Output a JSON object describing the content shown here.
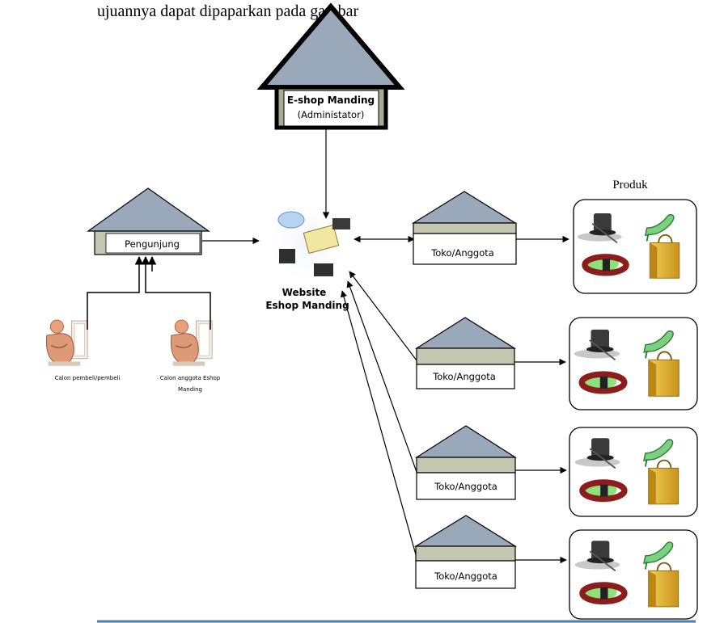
{
  "header_text": "ujuannya dapat dipaparkan pada gambar",
  "admin": {
    "title": "E-shop Manding",
    "subtitle": "(Administator)"
  },
  "visitor": {
    "label": "Pengunjung"
  },
  "users": [
    {
      "label_line1": "Calon pembeli/pembeli",
      "label_line2": ""
    },
    {
      "label_line1": "Calon anggota Eshop",
      "label_line2": "Manding"
    }
  ],
  "website": {
    "line1": "Website",
    "line2": "Eshop Manding"
  },
  "produk_label": "Produk",
  "stores": [
    {
      "label": "Toko/Anggota"
    },
    {
      "label": "Toko/Anggota"
    },
    {
      "label": "Toko/Anggota"
    },
    {
      "label": "Toko/Anggota"
    }
  ],
  "colors": {
    "roof_fill": "#9aa9ba",
    "roof_stroke": "#000000",
    "admin_body": "#a6ab92",
    "store_band": "#c4c7b0",
    "bag": "#e7b52b",
    "shoe": "#7bd17f",
    "belt": "#8b1d1d",
    "bottom_rule": "#4d7ca6"
  }
}
